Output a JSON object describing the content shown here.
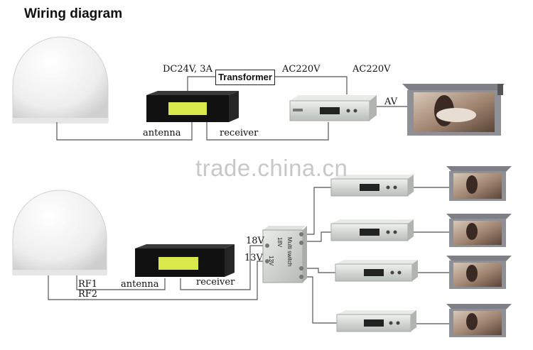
{
  "title": "Wiring diagram",
  "top": {
    "dc_label": "DC24V, 3A",
    "transformer_label": "Transformer",
    "ac_label_1": "AC220V",
    "ac_label_2": "AC220V",
    "av_label": "AV",
    "antenna_label": "antenna",
    "receiver_label": "receiver"
  },
  "bottom": {
    "rf1_label": "RF1",
    "rf2_label": "RF2",
    "antenna_label": "antenna",
    "receiver_label": "receiver",
    "v18_label": "18V",
    "v13_label": "13V",
    "multiswitch_text": "Multi switch",
    "multiswitch_v1": "13V",
    "multiswitch_v2": "18V"
  },
  "watermark": "trade.china.cn",
  "colors": {
    "line": "#555555",
    "dome": "#f2f2f2",
    "lcd": "#d9e84a",
    "receiver_body": "#d7dcd8",
    "monitor_frame": "#8f9096"
  }
}
